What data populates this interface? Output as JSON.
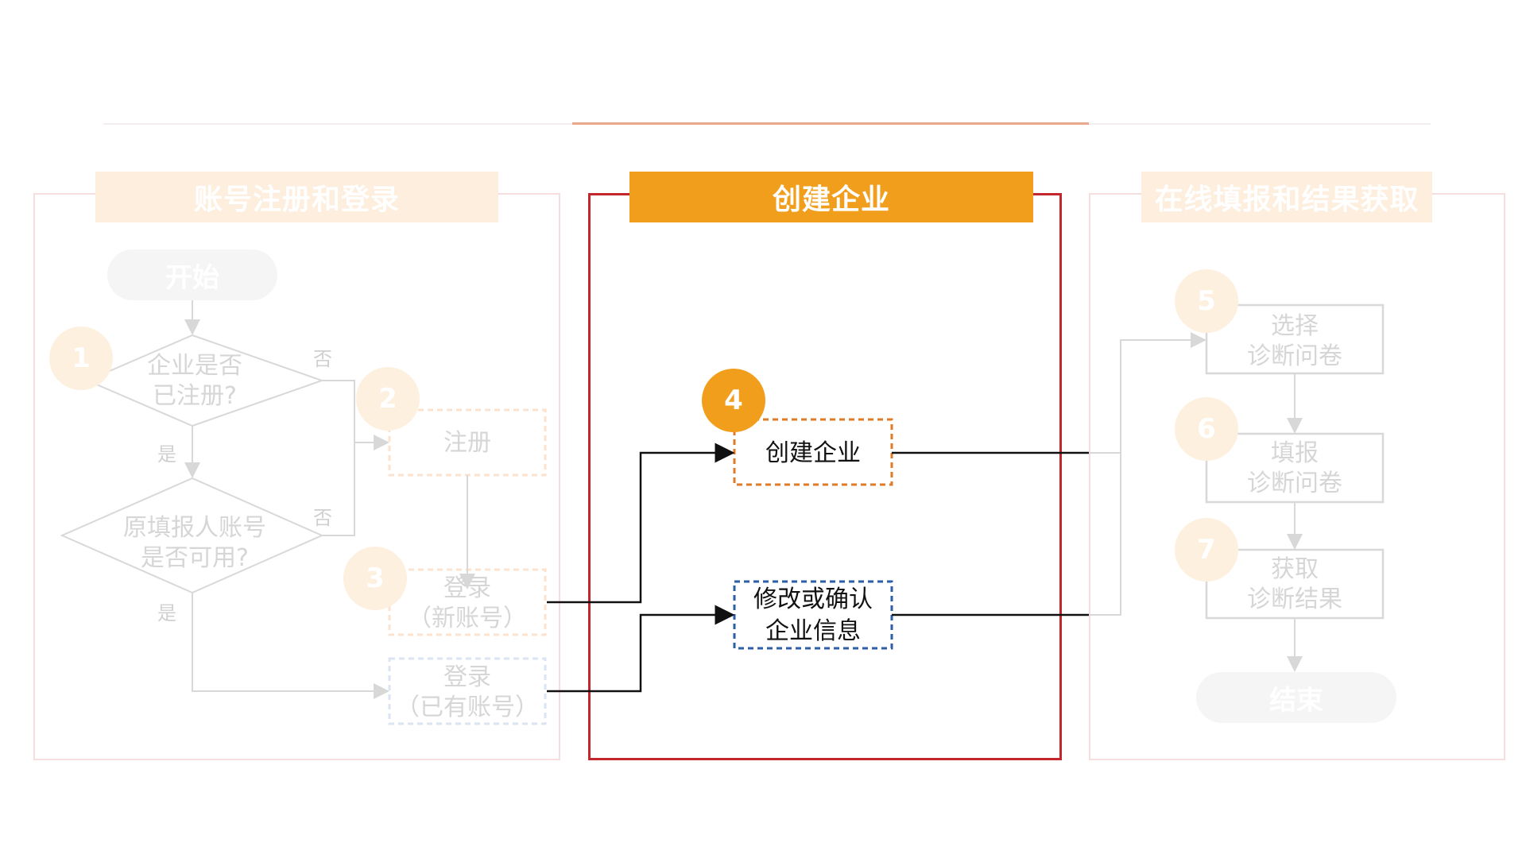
{
  "sections": {
    "left_title": "账号注册和登录",
    "mid_title": "创建企业",
    "right_title": "在线填报和结果获取"
  },
  "flow_left": {
    "start": "开始",
    "decision1": [
      "企业是否",
      "已注册?"
    ],
    "decision2": [
      "原填报人账号",
      "是否可用?"
    ],
    "register": "注册",
    "login_new": [
      "登录",
      "（新账号）"
    ],
    "login_existing": [
      "登录",
      "（已有账号）"
    ],
    "yes": "是",
    "no": "否"
  },
  "flow_mid": {
    "create": "创建企业",
    "modify": [
      "修改或确认",
      "企业信息"
    ]
  },
  "flow_right": {
    "select": [
      "选择",
      "诊断问卷"
    ],
    "fill": [
      "填报",
      "诊断问卷"
    ],
    "get": [
      "获取",
      "诊断结果"
    ],
    "end": "结束"
  },
  "steps": [
    "1",
    "2",
    "3",
    "4",
    "5",
    "6",
    "7"
  ],
  "colors": {
    "accent_orange": "#f19e1c",
    "frame_red": "#c4262e",
    "create_border": "#e07b27",
    "modify_border": "#2f5ea8",
    "faded_fill": "#fdeedd",
    "faded_line": "#d8d8d8"
  }
}
